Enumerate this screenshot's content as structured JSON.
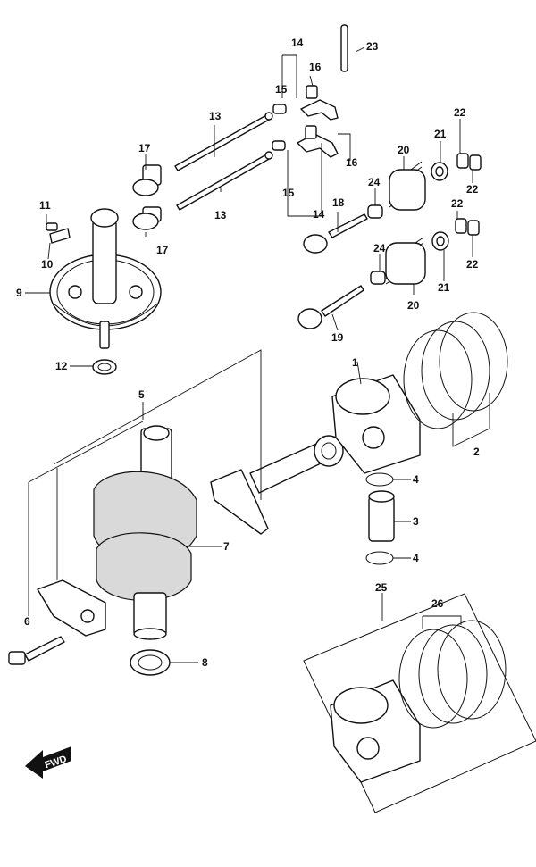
{
  "diagram": {
    "callouts": {
      "c1": "1",
      "c2": "2",
      "c3": "3",
      "c4a": "4",
      "c4b": "4",
      "c5": "5",
      "c6": "6",
      "c7": "7",
      "c8": "8",
      "c9": "9",
      "c10": "10",
      "c11": "11",
      "c12": "12",
      "c13a": "13",
      "c13b": "13",
      "c14a": "14",
      "c14b": "14",
      "c15a": "15",
      "c15b": "15",
      "c16a": "16",
      "c16b": "16",
      "c17a": "17",
      "c17b": "17",
      "c18": "18",
      "c19": "19",
      "c20a": "20",
      "c20b": "20",
      "c21a": "21",
      "c21b": "21",
      "c22a": "22",
      "c22b": "22",
      "c22c": "22",
      "c22d": "22",
      "c23": "23",
      "c24a": "24",
      "c24b": "24",
      "c25": "25",
      "c26": "26"
    },
    "fwd_label": "FWD",
    "line_color": "#111111",
    "fill_color": "#ffffff"
  }
}
